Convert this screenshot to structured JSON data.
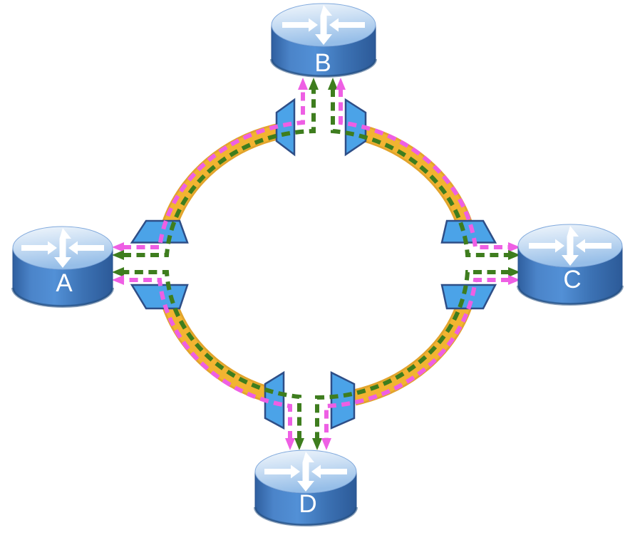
{
  "diagram": {
    "type": "network-ring",
    "background_color": "#FFFFFF",
    "nodes": [
      {
        "id": "A",
        "label": "A"
      },
      {
        "id": "B",
        "label": "B"
      },
      {
        "id": "C",
        "label": "C"
      },
      {
        "id": "D",
        "label": "D"
      }
    ],
    "node_style": {
      "body_color": "#3E76BE",
      "top_color": "#C9DEF4",
      "outline_color": "#27508C",
      "label_color": "#FFFFFF"
    },
    "ring": {
      "color": "#F2B431",
      "edge_color": "#E2A42C"
    },
    "flows": [
      {
        "id": "magenta-wavelength",
        "color": "#EE5FE4",
        "style": "dashed"
      },
      {
        "id": "green-wavelength",
        "color": "#3E7D1E",
        "style": "dashed"
      }
    ],
    "couplers": {
      "fill": "#4BA3E8",
      "border": "#2E4E87",
      "count": 8
    }
  }
}
